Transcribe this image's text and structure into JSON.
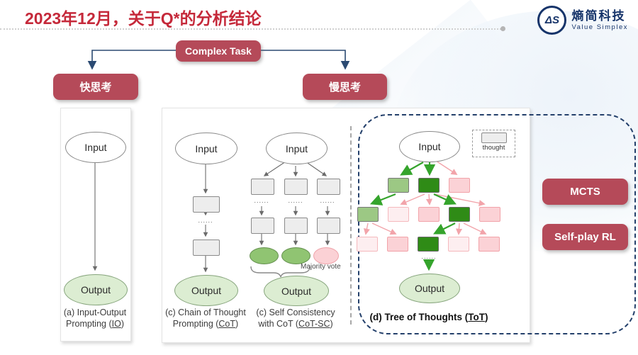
{
  "header": {
    "title": "2023年12月，关于Q*的分析结论",
    "logo": {
      "initials": "ΔS",
      "name_cn": "熵简科技",
      "name_en": "Value Simplex"
    }
  },
  "flow": {
    "root": "Complex Task",
    "fast": "快思考",
    "slow": "慢思考"
  },
  "side": {
    "mcts": "MCTS",
    "selfplay": "Self-play RL"
  },
  "misc": {
    "dots": "......"
  },
  "colors": {
    "accent_crimson": "#b54a59",
    "title_red": "#c5293a",
    "navy": "#24406b",
    "green_path": "#35a42c",
    "pink_path": "#f2a4aa",
    "node_light_green": "#9cc884",
    "node_dark_green": "#2f8b16",
    "node_pink": "#fbd2d6",
    "output_green": "#dcedd2"
  },
  "diagrams": {
    "io": {
      "input": "Input",
      "output": "Output",
      "cap1": "(a) Input-Output",
      "cap2_pre": "Prompting (",
      "abbr": "IO",
      "cap2_post": ")"
    },
    "cot": {
      "input": "Input",
      "output": "Output",
      "cap1": "(c) Chain of Thought",
      "cap2_pre": "Prompting (",
      "abbr": "CoT",
      "cap2_post": ")"
    },
    "cotsc": {
      "input": "Input",
      "output": "Output",
      "majority_vote": "Majority vote",
      "results": [
        "res-green",
        "res-green",
        "res-pink"
      ],
      "cap1": "(c) Self Consistency",
      "cap2_pre": "with CoT (",
      "abbr": "CoT-SC",
      "cap2_post": ")"
    },
    "tot": {
      "input": "Input",
      "output": "Output",
      "legend_label": "thought",
      "levels": [
        [
          "light-green",
          "dark-green",
          "pink"
        ],
        [
          "light-green",
          "very-light-pink",
          "pink",
          "dark-green",
          "pink"
        ],
        [
          "very-light-pink",
          "pink",
          "dark-green",
          "very-light-pink",
          "pink"
        ]
      ],
      "cap_pre": "(d) Tree of Thoughts (",
      "abbr": "ToT",
      "cap_post": ")"
    }
  }
}
